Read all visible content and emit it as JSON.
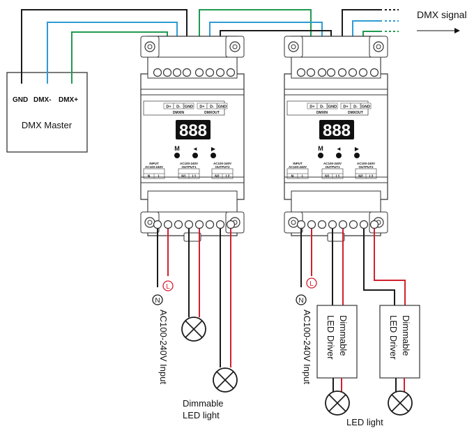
{
  "colors": {
    "wire_black": "#1a1a1a",
    "wire_blue": "#2f9bd3",
    "wire_green": "#1f9a4f",
    "wire_red": "#d0202e",
    "device_fill": "#ffffff",
    "device_stroke": "#333333",
    "display_bg": "#111111",
    "display_digit": "#ffffff"
  },
  "dmx_master": {
    "title": "DMX Master",
    "terminals": [
      "GND",
      "DMX-",
      "DMX+"
    ]
  },
  "dmx_signal": "DMX signal",
  "decoder": {
    "dmx_labels": [
      "D+",
      "D-",
      "GND",
      "D+",
      "D-",
      "GND"
    ],
    "dmx_in": "DMXIN",
    "dmx_out": "DMXOUT",
    "display": "888",
    "buttons": [
      "M",
      "◄",
      "▶"
    ],
    "input_label_1": "INPUT",
    "input_label_2": "AC100-240V",
    "out1_label_1": "AC100-240V",
    "out1_label_2": "OUTPUT1",
    "out2_label_1": "AC100-240V",
    "out2_label_2": "OUTPUT2",
    "terminals_input": [
      "N",
      "L"
    ],
    "terminals_out1": [
      "N1",
      "L1"
    ],
    "terminals_out2": [
      "N2",
      "L2"
    ]
  },
  "neutral_marker": "N",
  "live_marker": "L",
  "ac_input_label": "AC100-240V Input",
  "driver_label": "Dimmable\nLED Driver",
  "dimmable_light_line1": "Dimmable",
  "dimmable_light_line2": "LED light",
  "led_light": "LED light"
}
